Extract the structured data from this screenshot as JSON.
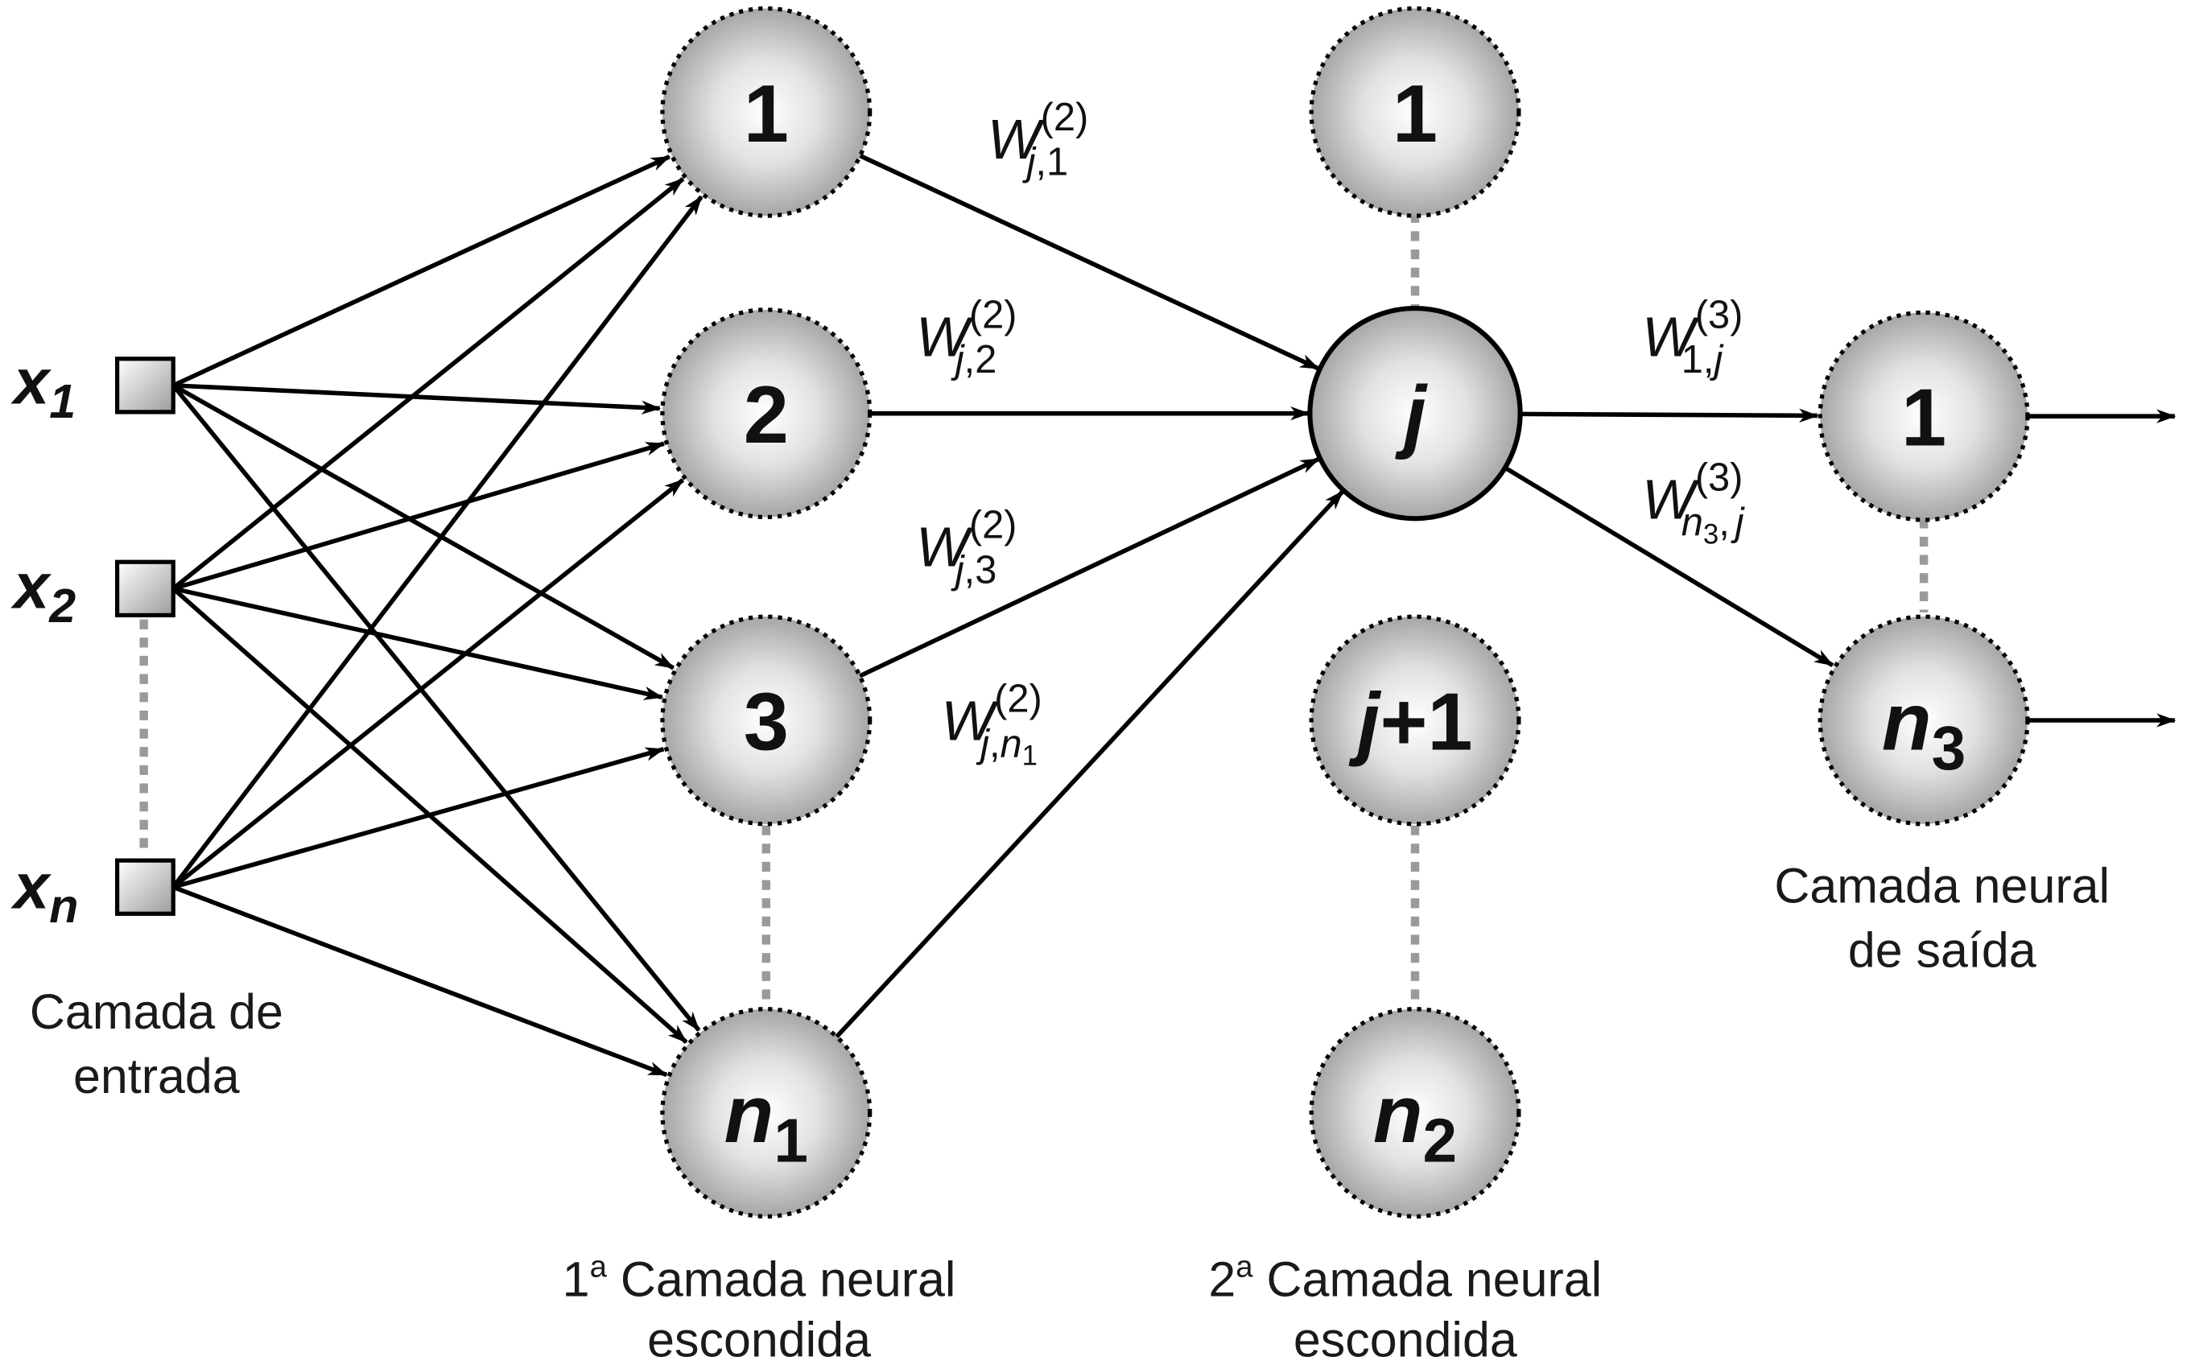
{
  "inputs": [
    {
      "var": "x",
      "sub": "1"
    },
    {
      "var": "x",
      "sub": "2"
    },
    {
      "var": "x",
      "sub": "n"
    }
  ],
  "hidden1": {
    "nodes": [
      "1",
      "2",
      "3"
    ],
    "last": {
      "var": "n",
      "sub": "1"
    }
  },
  "hidden2": {
    "top": "1",
    "j": "j",
    "jplus": {
      "var": "j",
      "rest": "+1"
    },
    "last": {
      "var": "n",
      "sub": "2"
    }
  },
  "output": {
    "first": "1",
    "last": {
      "var": "n",
      "sub": "3"
    }
  },
  "weights": {
    "w_j1": {
      "base": "W",
      "sup": "(2)",
      "sub_a": "j",
      "sub_b": ",1"
    },
    "w_j2": {
      "base": "W",
      "sup": "(2)",
      "sub_a": "j",
      "sub_b": ",2"
    },
    "w_j3": {
      "base": "W",
      "sup": "(2)",
      "sub_a": "j",
      "sub_b": ",3"
    },
    "w_jn1": {
      "base": "W",
      "sup": "(2)",
      "sub_a": "j",
      "sub_b": ",",
      "sub_c": "n",
      "sub_d": "1"
    },
    "w_1j": {
      "base": "W",
      "sup": "(3)",
      "sub_a": "1,",
      "sub_b": "j"
    },
    "w_n3j": {
      "base": "W",
      "sup": "(3)",
      "sub_a": "n",
      "sub_b": "3",
      "sub_c": ",",
      "sub_d": "j"
    }
  },
  "captions": {
    "input": [
      "Camada de",
      "entrada"
    ],
    "hidden1": {
      "num": "1",
      "ord": "a",
      "line1": " Camada neural",
      "line2": "escondida"
    },
    "hidden2": {
      "num": "2",
      "ord": "a",
      "line1": " Camada neural",
      "line2": "escondida"
    },
    "output": [
      "Camada neural",
      "de saída"
    ]
  }
}
